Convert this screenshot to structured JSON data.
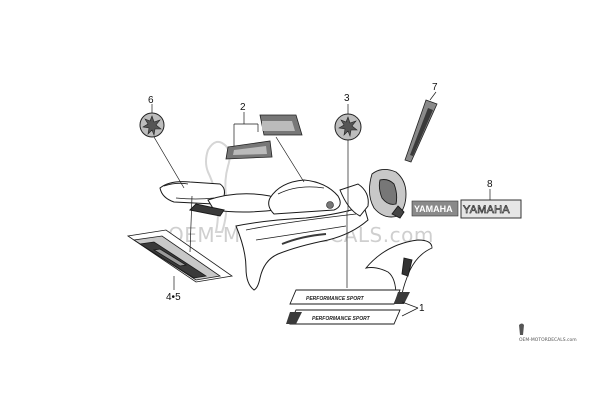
{
  "callouts": {
    "c1": "1",
    "c2": "2",
    "c3": "3",
    "c45": "4•5",
    "c6": "6",
    "c7": "7",
    "c8": "8"
  },
  "decals": {
    "performance_upper": "PERFORMANCE SPORT",
    "performance_lower": "PERFORMANCE SPORT",
    "yamaha_logo": "YAMAHA",
    "yamaha_strip": "YAMAHA"
  },
  "watermark": {
    "main": "OEM-MOTORDECALS.com",
    "corner": "OEM-MOTORDECALS.com"
  },
  "colors": {
    "line": "#1a1a1a",
    "fill_dark": "#3a3a3a",
    "fill_mid": "#8a8a8a",
    "fill_light": "#c8c8c8",
    "watermark": "#cfcfcf"
  }
}
